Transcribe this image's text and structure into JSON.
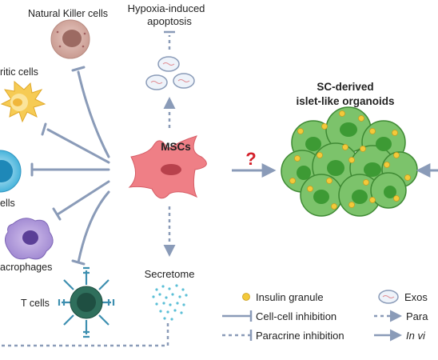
{
  "labels": {
    "nk_cells": "Natural Killer cells",
    "dendritic_cells": "ritic cells",
    "b_cells": "ells",
    "macrophages": "acrophages",
    "t_cells": "T cells",
    "hypoxia_line1": "Hypoxia-induced",
    "hypoxia_line2": "apoptosis",
    "mscs": "MSCs",
    "question_mark": "?",
    "organoid_line1": "SC-derived",
    "organoid_line2": "islet-like organoids",
    "secretome": "Secretome"
  },
  "legend": {
    "insulin_granule": "Insulin granule",
    "exosome": "Exos",
    "cell_cell_inhibition": "Cell-cell inhibition",
    "paracrine_arrow": "Para",
    "paracrine_inhibition": "Paracrine inhibition",
    "in_vivo": "In vi"
  },
  "colors": {
    "arrow": "#8a9bb8",
    "msc": "#ef7f86",
    "organoid_fill": "#7cc36b",
    "organoid_stroke": "#3f8a34",
    "granule": "#f3c93a",
    "question": "#d4202a",
    "secretome": "#5bbfd6"
  }
}
